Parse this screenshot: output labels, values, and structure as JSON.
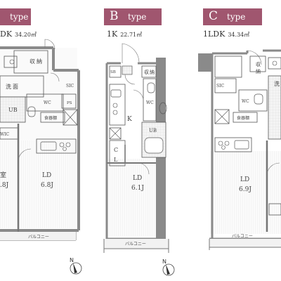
{
  "plans": [
    {
      "key": "a",
      "badge_letter": "",
      "badge_type": "type",
      "layout": "DK",
      "area": "34.20㎡",
      "rooms": {
        "storage": "収",
        "storage2": "納",
        "wash": "洗",
        "wash2": "面",
        "sic": "SIC",
        "ub": "UB",
        "wc": "WC",
        "ps": "PS",
        "cupboard": "食器棚",
        "wic": "WIC",
        "bedroom_a": "室",
        "bedroom_b": ".8J",
        "ld": "LD",
        "ld_size": "6.8J",
        "balcony": "バルコニー"
      }
    },
    {
      "key": "b",
      "badge_letter": "B",
      "badge_type": "type",
      "layout": "1K",
      "area": "22.71㎡",
      "rooms": {
        "sb": "SB",
        "storage": "収",
        "storage2": "納",
        "wc": "WC",
        "k": "K",
        "ub": "UB",
        "cl_c": "C",
        "cl_l": "L",
        "ld": "LD",
        "ld_size": "6.1J",
        "balcony": "バルコニー"
      }
    },
    {
      "key": "c",
      "badge_letter": "C",
      "badge_type": "type",
      "layout": "1LDK",
      "area": "34.34㎡",
      "rooms": {
        "storage": "収",
        "storage2": "納",
        "wash": "洗",
        "sic": "SIC",
        "wc": "WC",
        "cupboard": "食器棚",
        "ld": "LD",
        "ld_size": "6.9J",
        "balcony": "バルコニー"
      }
    }
  ],
  "north_label": "N",
  "colors": {
    "badge": "#a0566f",
    "wall": "#8a8a8a",
    "line": "#555555"
  }
}
